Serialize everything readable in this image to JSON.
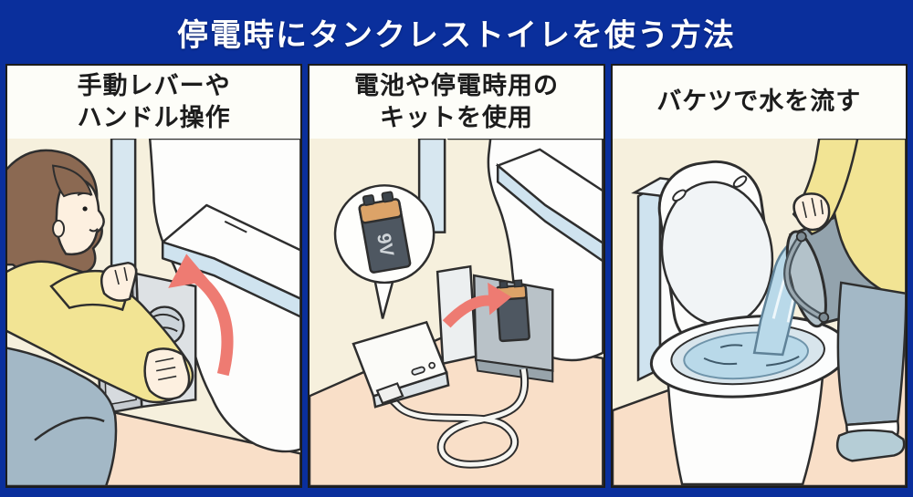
{
  "title": "停電時にタンクレストイレを使う方法",
  "panels": [
    {
      "heading_line1": "手動レバーや",
      "heading_line2": "ハンドル操作",
      "illustration": "woman crouching and turning manual flush handle behind toilet side panel, red rotation arrow"
    },
    {
      "heading_line1": "電池や停電時用の",
      "heading_line2": "キットを使用",
      "battery_label": "9V",
      "illustration": "speech bubble with 9V battery, battery inserted into toilet side compartment with red arrow, emergency power bank connected by cable"
    },
    {
      "heading_line1": "バケツで水を流す",
      "illustration": "person pouring water from a gray bucket into open toilet bowl"
    }
  ],
  "colors": {
    "frame_blue": "#0a2f9c",
    "panel_white": "#fdfdf8",
    "ink": "#1c1c1c",
    "outline": "#2e2e2e",
    "wall_cream": "#f6f0dd",
    "floor_pink": "#f9dfc8",
    "arrow_red": "#ee7b72",
    "seat_blue": "#cfe3ef",
    "pale_blue": "#d7e7f0",
    "water_blue": "#b9d9e9",
    "water_deep": "#9cc3d6",
    "battery_body": "#4e5761",
    "battery_band": "#dca368",
    "battery_text": "#cfd4d8",
    "bucket_gray": "#93a3ad",
    "bucket_rim": "#b3c2ca",
    "sweater_yellow": "#f2e494",
    "jeans_blue": "#a3b8c6",
    "hair_brown": "#8b6952",
    "skin": "#fdf0e0",
    "metal_gray": "#c6cbd0",
    "cavity_gray": "#b9c2c8",
    "slipper_blue": "#b5cdd6"
  }
}
